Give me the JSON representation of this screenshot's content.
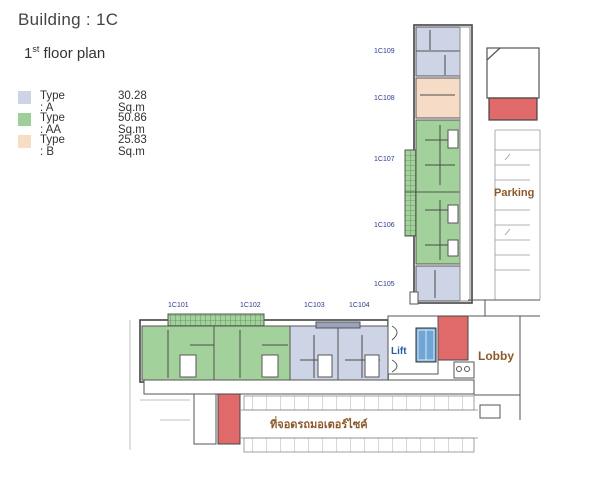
{
  "header": {
    "building": "Building : 1C",
    "floor_prefix": "1",
    "floor_sup": "st",
    "floor_suffix": " floor plan"
  },
  "legend": [
    {
      "type": "Type : A",
      "area": "30.28  Sq.m",
      "color": "#cdd4e6"
    },
    {
      "type": "Type : AA",
      "area": "50.86  Sq.m",
      "color": "#9fcf98"
    },
    {
      "type": "Type : B",
      "area": "25.83  Sq.m",
      "color": "#f7dcc6"
    }
  ],
  "colors": {
    "type_a": "#cdd4e6",
    "type_aa": "#a3d19b",
    "type_b": "#f6dcc6",
    "red": "#e06a6a",
    "lift": "#6fa6d6",
    "wall": "#555555",
    "unit_label": "#2d3a8c",
    "area_label": "#8b5a2b"
  },
  "units": {
    "c109": "1C109",
    "c108": "1C108",
    "c107": "1C107",
    "c106": "1C106",
    "c105": "1C105",
    "c101": "1C101",
    "c102": "1C102",
    "c103": "1C103",
    "c104": "1C104"
  },
  "areas": {
    "parking": "Parking",
    "lobby": "Lobby",
    "lift": "Lift",
    "motorcycle": "ที่จอดรถมอเตอร์ไซค์"
  }
}
